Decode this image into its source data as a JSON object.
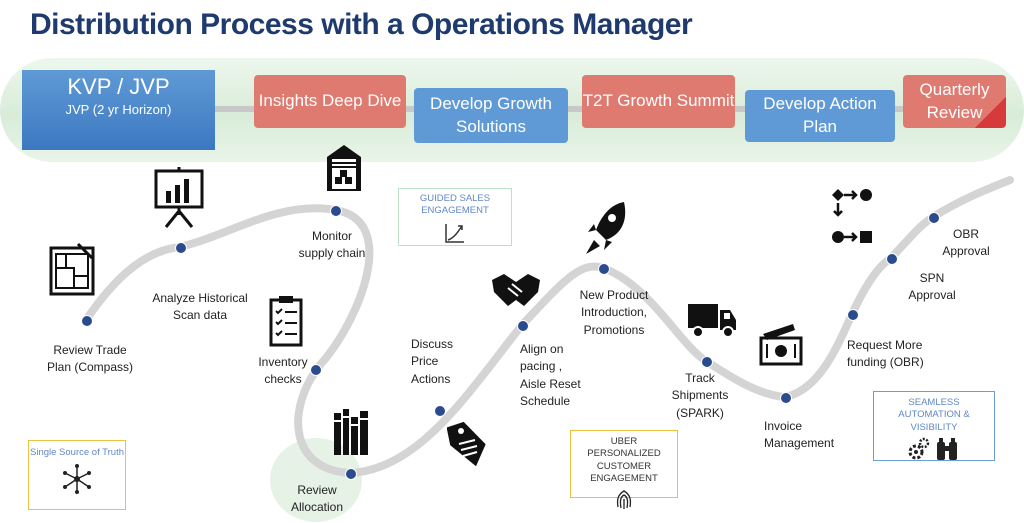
{
  "title": "Distribution Process with a Operations Manager",
  "header": {
    "kvp": {
      "title": "KVP / JVP",
      "subtitle": "JVP (2 yr Horizon)"
    },
    "stages": [
      {
        "label": "Insights Deep Dive",
        "color": "#df7a70"
      },
      {
        "label": "Develop Growth Solutions",
        "color": "#5f9ad6"
      },
      {
        "label": "T2T Growth Summit",
        "color": "#df7a70"
      },
      {
        "label": "Develop Action Plan",
        "color": "#5f9ad6"
      },
      {
        "label": "Quarterly Review",
        "color": "#df7a70"
      }
    ]
  },
  "steps": [
    {
      "label": "Review Trade Plan (Compass)",
      "icon": "blueprint-icon"
    },
    {
      "label": "Analyze Historical Scan data",
      "icon": "presentation-chart-icon"
    },
    {
      "label": "Monitor supply chain",
      "icon": "warehouse-icon"
    },
    {
      "label": "Inventory checks",
      "icon": "clipboard-checklist-icon"
    },
    {
      "label": "Review Allocation",
      "icon": "books-icon"
    },
    {
      "label": "Discuss Price Actions",
      "icon": "price-tag-icon"
    },
    {
      "label": "Align on pacing , Aisle Reset Schedule",
      "icon": "handshake-icon"
    },
    {
      "label": "New Product Introduction, Promotions",
      "icon": "rocket-icon"
    },
    {
      "label": "Track Shipments (SPARK)",
      "icon": "truck-icon"
    },
    {
      "label": "Invoice Management",
      "icon": "cash-icon"
    },
    {
      "label": "Request More funding (OBR)",
      "icon": "flowchart-icon"
    },
    {
      "label": "SPN Approval",
      "icon": ""
    },
    {
      "label": "OBR Approval",
      "icon": ""
    }
  ],
  "callouts": {
    "guided": "GUIDED SALES ENGAGEMENT",
    "truth": "Single Source of Truth",
    "uber": "UBER PERSONALIZED CUSTOMER ENGAGEMENT",
    "seamless": "SEAMLESS AUTOMATION & VISIBILITY"
  },
  "colors": {
    "title": "#1f3a6e",
    "coral": "#df7a70",
    "blue": "#5f9ad6",
    "dot": "#2a4b8d",
    "path": "#d4d4d4",
    "box_blue": "#6a9fd8",
    "box_gold": "#f0c040"
  }
}
